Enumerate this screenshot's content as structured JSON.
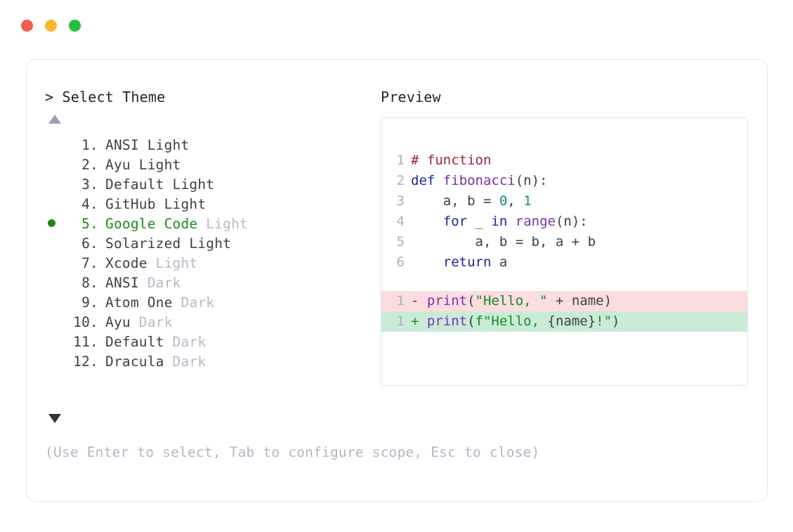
{
  "window": {
    "traffic_lights": [
      {
        "name": "close",
        "color": "#f75a54"
      },
      {
        "name": "minimize",
        "color": "#f7b82b"
      },
      {
        "name": "maximize",
        "color": "#27c03c"
      }
    ]
  },
  "prompt": {
    "caret": ">",
    "title": "Select Theme"
  },
  "preview": {
    "header": "Preview"
  },
  "scroll": {
    "up_icon": "triangle-up",
    "down_icon": "triangle-down"
  },
  "theme_list": {
    "selected_index": 5,
    "selected_marker": "●",
    "items": [
      {
        "number": "1.",
        "name": "ANSI",
        "variant": "Light",
        "variant_is_part_of_name": true,
        "selected": false
      },
      {
        "number": "2.",
        "name": "Ayu",
        "variant": "Light",
        "variant_is_part_of_name": true,
        "selected": false
      },
      {
        "number": "3.",
        "name": "Default",
        "variant": "Light",
        "variant_is_part_of_name": true,
        "selected": false
      },
      {
        "number": "4.",
        "name": "GitHub",
        "variant": "Light",
        "variant_is_part_of_name": true,
        "selected": false
      },
      {
        "number": "5.",
        "name": "Google Code",
        "variant": "Light",
        "variant_is_part_of_name": false,
        "selected": true
      },
      {
        "number": "6.",
        "name": "Solarized",
        "variant": "Light",
        "variant_is_part_of_name": true,
        "selected": false
      },
      {
        "number": "7.",
        "name": "Xcode",
        "variant": "Light",
        "variant_is_part_of_name": false,
        "selected": false
      },
      {
        "number": "8.",
        "name": "ANSI",
        "variant": "Dark",
        "variant_is_part_of_name": false,
        "selected": false
      },
      {
        "number": "9.",
        "name": "Atom One",
        "variant": "Dark",
        "variant_is_part_of_name": false,
        "selected": false
      },
      {
        "number": "10.",
        "name": "Ayu",
        "variant": "Dark",
        "variant_is_part_of_name": false,
        "selected": false
      },
      {
        "number": "11.",
        "name": "Default",
        "variant": "Dark",
        "variant_is_part_of_name": false,
        "selected": false
      },
      {
        "number": "12.",
        "name": "Dracula",
        "variant": "Dark",
        "variant_is_part_of_name": false,
        "selected": false
      }
    ]
  },
  "code_preview": {
    "language": "python",
    "lines": [
      {
        "ln": "1",
        "tokens": [
          {
            "t": "# function",
            "c": "comment"
          }
        ]
      },
      {
        "ln": "2",
        "tokens": [
          {
            "t": "def ",
            "c": "keyword"
          },
          {
            "t": "fibonacci",
            "c": "func"
          },
          {
            "t": "(n):",
            "c": "plain"
          }
        ]
      },
      {
        "ln": "3",
        "tokens": [
          {
            "t": "    a, b = ",
            "c": "plain"
          },
          {
            "t": "0",
            "c": "number"
          },
          {
            "t": ", ",
            "c": "plain"
          },
          {
            "t": "1",
            "c": "number"
          }
        ]
      },
      {
        "ln": "4",
        "tokens": [
          {
            "t": "    ",
            "c": "plain"
          },
          {
            "t": "for",
            "c": "keyword"
          },
          {
            "t": " _ ",
            "c": "plain"
          },
          {
            "t": "in",
            "c": "keyword"
          },
          {
            "t": " ",
            "c": "plain"
          },
          {
            "t": "range",
            "c": "func"
          },
          {
            "t": "(n):",
            "c": "plain"
          }
        ]
      },
      {
        "ln": "5",
        "tokens": [
          {
            "t": "        a, b = b, a + b",
            "c": "plain"
          }
        ]
      },
      {
        "ln": "6",
        "tokens": [
          {
            "t": "    ",
            "c": "plain"
          },
          {
            "t": "return",
            "c": "keyword"
          },
          {
            "t": " a",
            "c": "plain"
          }
        ]
      }
    ],
    "diff": [
      {
        "ln": "1",
        "kind": "deletion",
        "marker": "-",
        "bg": "#fbdcdf",
        "tokens": [
          {
            "t": "print",
            "c": "func"
          },
          {
            "t": "(",
            "c": "plain"
          },
          {
            "t": "\"Hello, \"",
            "c": "string"
          },
          {
            "t": " + name)",
            "c": "plain"
          }
        ]
      },
      {
        "ln": "1",
        "kind": "addition",
        "marker": "+",
        "bg": "#caecd6",
        "tokens": [
          {
            "t": "print",
            "c": "func"
          },
          {
            "t": "(",
            "c": "plain"
          },
          {
            "t": "f\"Hello, ",
            "c": "string"
          },
          {
            "t": "{name}",
            "c": "plain"
          },
          {
            "t": "!\"",
            "c": "string"
          },
          {
            "t": ")",
            "c": "plain"
          }
        ]
      }
    ]
  },
  "footer": {
    "hint": "(Use Enter to select, Tab to configure scope, Esc to close)"
  },
  "colors": {
    "accent_green": "#1a8c1a",
    "muted": "#b3bac9",
    "text": "#3d4047",
    "border": "#e3e5ec",
    "panel_border": "#dfe2ea",
    "diff_del_bg": "#fbdcdf",
    "diff_add_bg": "#caecd6"
  }
}
